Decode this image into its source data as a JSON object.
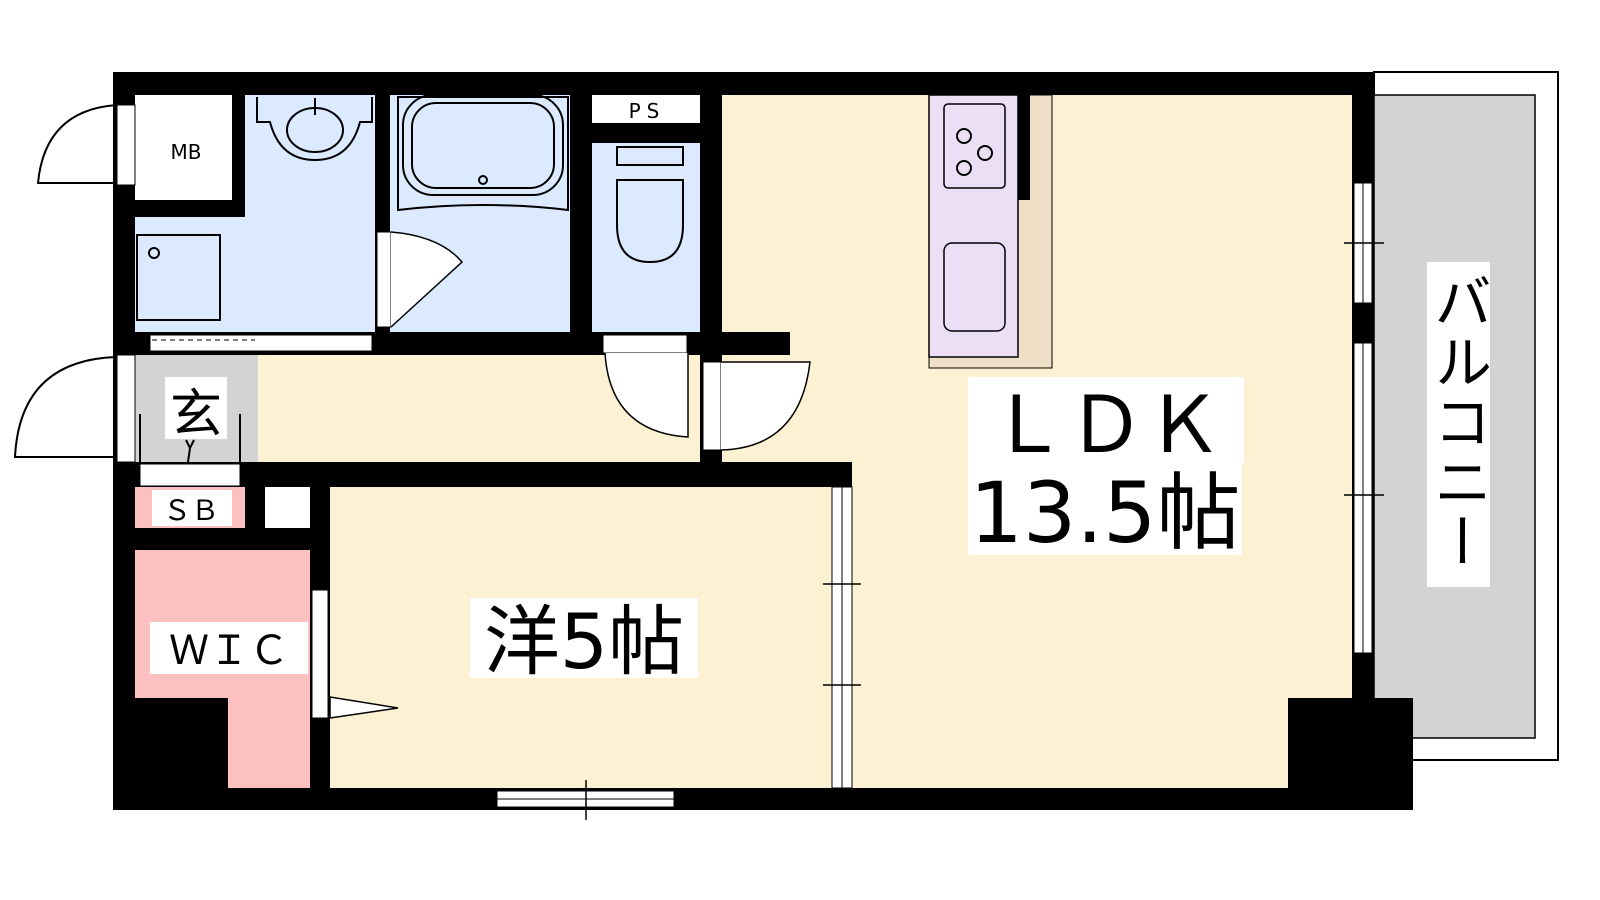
{
  "floorplan": {
    "rooms": {
      "ldk_name": "ＬＤＫ",
      "ldk_size": "13.5帖",
      "western_room": "洋5帖",
      "entrance": "玄",
      "balcony": "バルコニー",
      "meter_box": "MB",
      "pipe_space": "PS",
      "shoe_box": "ＳＢ",
      "walk_in_closet": "ＷＩＣ"
    },
    "colors": {
      "wall": "#000000",
      "living": "#fdf1d4",
      "wet_area": "#dbeafe",
      "closet": "#fcc0c0",
      "entrance": "#d3d3d3",
      "balcony": "#d3d3d3",
      "kitchen": "#ecdff5",
      "kitchen_base": "#efdfc6"
    }
  }
}
